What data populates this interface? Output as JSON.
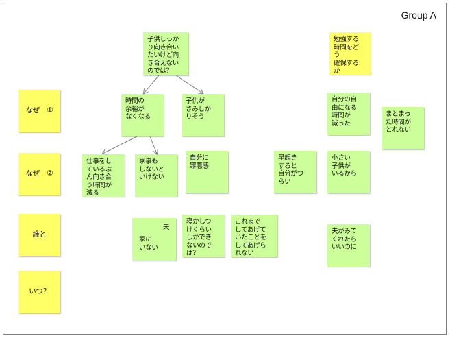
{
  "title": "Group A",
  "row_labels": [
    "なぜ　①",
    "なぜ　②",
    "誰と",
    "いつ？"
  ],
  "notes": {
    "center_top": "子供しっか\nり向き合い\nたいけど向\nき合えない\nのでは？",
    "no_time": "時間の\n余裕が\nなくなる",
    "lonely": "子供が\nさみしが\nりそう",
    "work": "仕事をし\nているぶ\nん向き合\nう時間が\n減る",
    "housework": "家事も\nしないと\nいけない",
    "self_hate": "自分に\n罪悪感",
    "husband_a": "夫",
    "husband_b": "家に\nいない",
    "sleep": "寝かしつ\nけくらい\nしかでき\nないのでは？",
    "until_now": "これまで\nしてあげて\nいたことを\nしてあげら\nれない",
    "early_rise": "早起き\nすると\n自分がつ\nらい",
    "study_time": "勉強する\n時間をど\nう\n確保する\nか",
    "free_time": "自分の自\n由になる\n時間が\n減った",
    "block_time": "まとまっ\nた時間が\nとれない",
    "small_kids": "小さい\n子供が\nいるから",
    "husband_help": "夫がみて\nくれたら\nいいのに"
  },
  "colors": {
    "green_note": "#ccff99",
    "yellow_note": "#ffff66",
    "arrow": "#7f7f7f"
  }
}
